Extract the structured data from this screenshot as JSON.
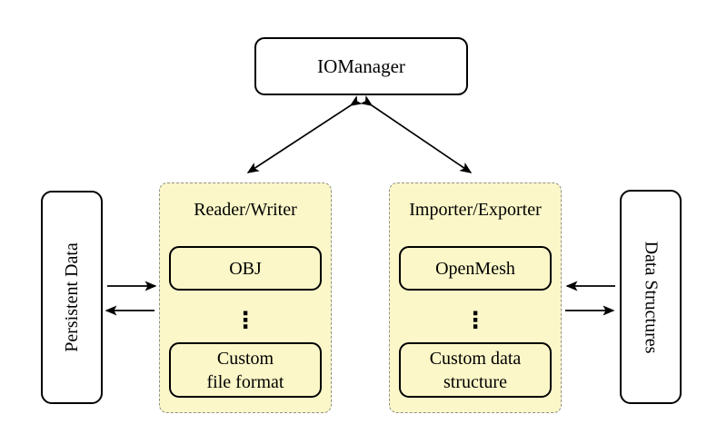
{
  "io_manager_label": "IOManager",
  "left_group": {
    "title": "Reader/Writer",
    "ellipsis": "⋮",
    "items": [
      {
        "lines": [
          "OBJ"
        ]
      },
      {
        "lines": [
          "Custom",
          "file format"
        ]
      }
    ]
  },
  "right_group": {
    "title": "Importer/Exporter",
    "ellipsis": "⋮",
    "items": [
      {
        "lines": [
          "OpenMesh"
        ]
      },
      {
        "lines": [
          "Custom data",
          "structure"
        ]
      }
    ]
  },
  "left_side_label": "Persistent Data",
  "right_side_label": "Data Structures",
  "colors": {
    "group_fill": "#FBF7C8",
    "group_border": "#909090",
    "box_border": "#000000",
    "page_bg": "#FFFFFF",
    "text": "#000000"
  }
}
